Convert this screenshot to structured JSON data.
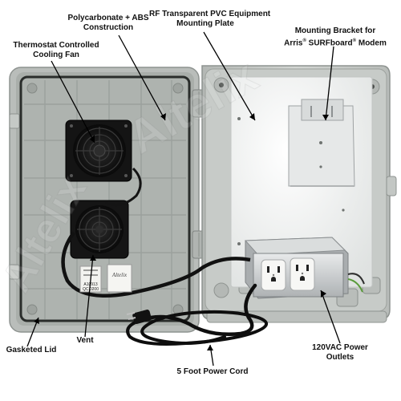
{
  "callouts": {
    "polycarbonate": {
      "line1": "Polycarbonate + ABS",
      "line2": "Construction"
    },
    "pvc_plate": {
      "line1": "RF Transparent PVC Equipment",
      "line2": "Mounting Plate"
    },
    "fan": {
      "line1": "Thermostat Controlled",
      "line2": "Cooling Fan"
    },
    "bracket": {
      "line1": "Mounting Bracket for",
      "line2a": "Arris",
      "reg1": "®",
      "line2b": " SURFboard",
      "reg2": "®",
      "line2c": " Modem"
    },
    "gasket": {
      "line1": "Gasketed Lid"
    },
    "vent": {
      "line1": "Vent"
    },
    "cord": {
      "line1": "5 Foot Power Cord"
    },
    "outlets": {
      "line1": "120VAC Power",
      "line2": "Outlets"
    }
  },
  "stickers": {
    "brand": "Altelix",
    "code1": "A10913",
    "code2": "QC 0200"
  },
  "watermark": "Altelix",
  "colors": {
    "enclosure_gray": "#c9ccc9",
    "lid_inner": "#a6aba7",
    "plate_white": "#f1f2f1",
    "fan_black": "#161616",
    "outlet_steel": "#cfd2d3",
    "cord_black": "#0e0e0e"
  }
}
